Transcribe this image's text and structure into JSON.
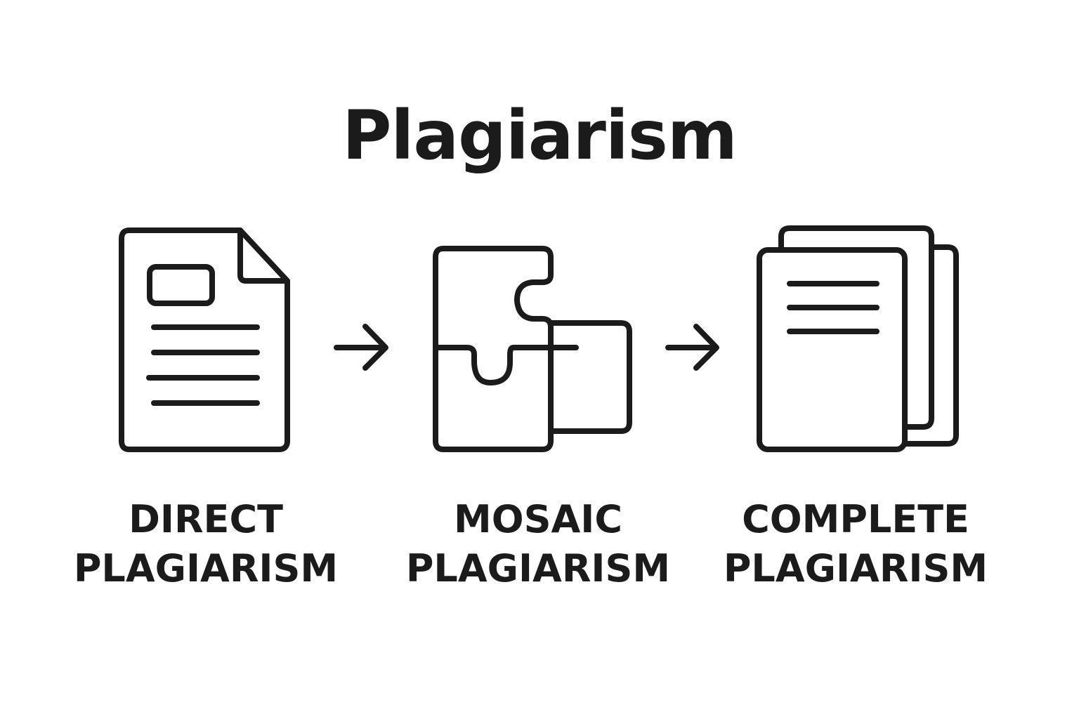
{
  "title": "Plagiarism",
  "colors": {
    "stroke": "#1b1b1b",
    "background": "#ffffff"
  },
  "steps": [
    {
      "line1": "DIRECT",
      "line2": "PLAGIARISM",
      "icon": "document-icon"
    },
    {
      "line1": "MOSAIC",
      "line2": "PLAGIARISM",
      "icon": "puzzle-icon"
    },
    {
      "line1": "COMPLETE",
      "line2": "PLAGIARISM",
      "icon": "stacked-pages-icon"
    }
  ],
  "connectors": [
    "arrow-right-icon",
    "arrow-right-icon"
  ]
}
